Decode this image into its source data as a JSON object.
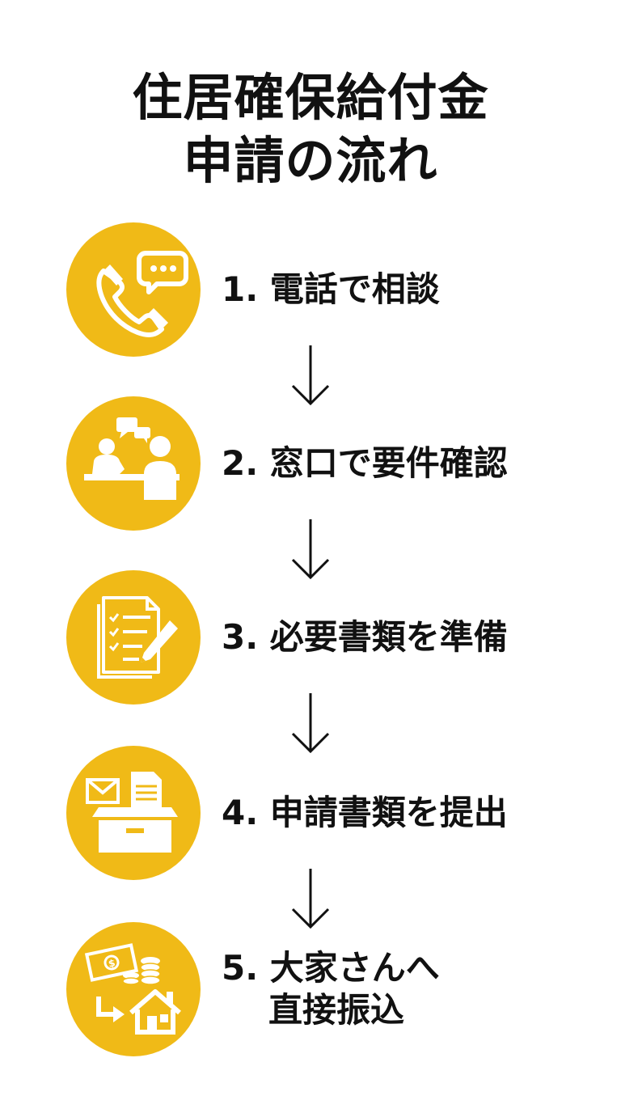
{
  "title": {
    "line1": "住居確保給付金",
    "line2": "申請の流れ"
  },
  "steps": [
    {
      "label": "1. 電話で相談",
      "icon": "phone-chat-icon"
    },
    {
      "label": "2. 窓口で要件確認",
      "icon": "counter-consultation-icon"
    },
    {
      "label": "3. 必要書類を準備",
      "icon": "checklist-pencil-icon"
    },
    {
      "label": "4. 申請書類を提出",
      "icon": "submission-box-icon"
    },
    {
      "label_line1": "5. 大家さんへ",
      "label_line2": "直接振込",
      "icon": "money-to-house-icon"
    }
  ],
  "colors": {
    "accent": "#F0BA17",
    "text": "#111111",
    "background": "#ffffff"
  }
}
